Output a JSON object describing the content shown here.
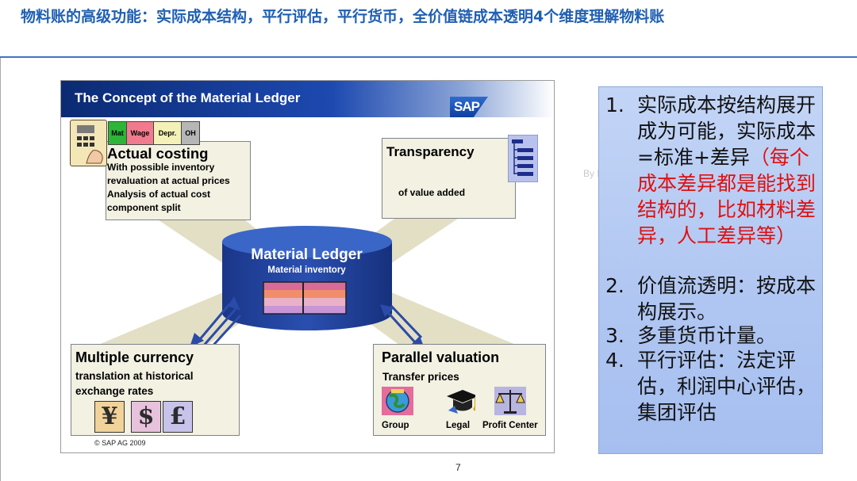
{
  "slide": {
    "title": "物料账的高级功能：实际成本结构，平行评估，平行货币，全价值链成本透明4个维度理解物料账",
    "page_number": "7",
    "watermark": "By E"
  },
  "diagram": {
    "header_title": "The Concept of the Material Ledger",
    "logo_text": "SAP",
    "cost_components": [
      "Mat",
      "Wage",
      "Depr.",
      "OH"
    ],
    "actual_costing": {
      "title": "Actual costing",
      "text": "With possible inventory revaluation at actual prices Analysis of actual cost component split"
    },
    "transparency": {
      "title": "Transparency",
      "text": "of value added"
    },
    "material_ledger": {
      "title": "Material Ledger",
      "subtitle": "Material inventory"
    },
    "multiple_currency": {
      "title": "Multiple currency",
      "text": "translation at historical exchange rates",
      "symbols": [
        "¥",
        "$",
        "£"
      ]
    },
    "parallel_valuation": {
      "title": "Parallel valuation",
      "text": "Transfer prices",
      "labels": [
        "Group",
        "Legal",
        "Profit Center"
      ]
    },
    "copyright": "© SAP AG 2009"
  },
  "notes": [
    {
      "num": "1.",
      "text": "实际成本按结构展开成为可能，实际成本=标准+差异",
      "highlight": "（每个成本差异都是能找到结构的，比如材料差异，人工差异等）"
    },
    {
      "num": "2.",
      "text": "价值流透明：按成本构展示。"
    },
    {
      "num": "3.",
      "text": "多重货币计量。"
    },
    {
      "num": "4.",
      "text": "平行评估：法定评估，利润中心评估，集团评估"
    }
  ],
  "colors": {
    "title_blue": "#1f5fb2",
    "highlight_red": "#e01010",
    "panel_blue": "#b1c7f2",
    "ledger_blue": "#1c3a8f"
  }
}
